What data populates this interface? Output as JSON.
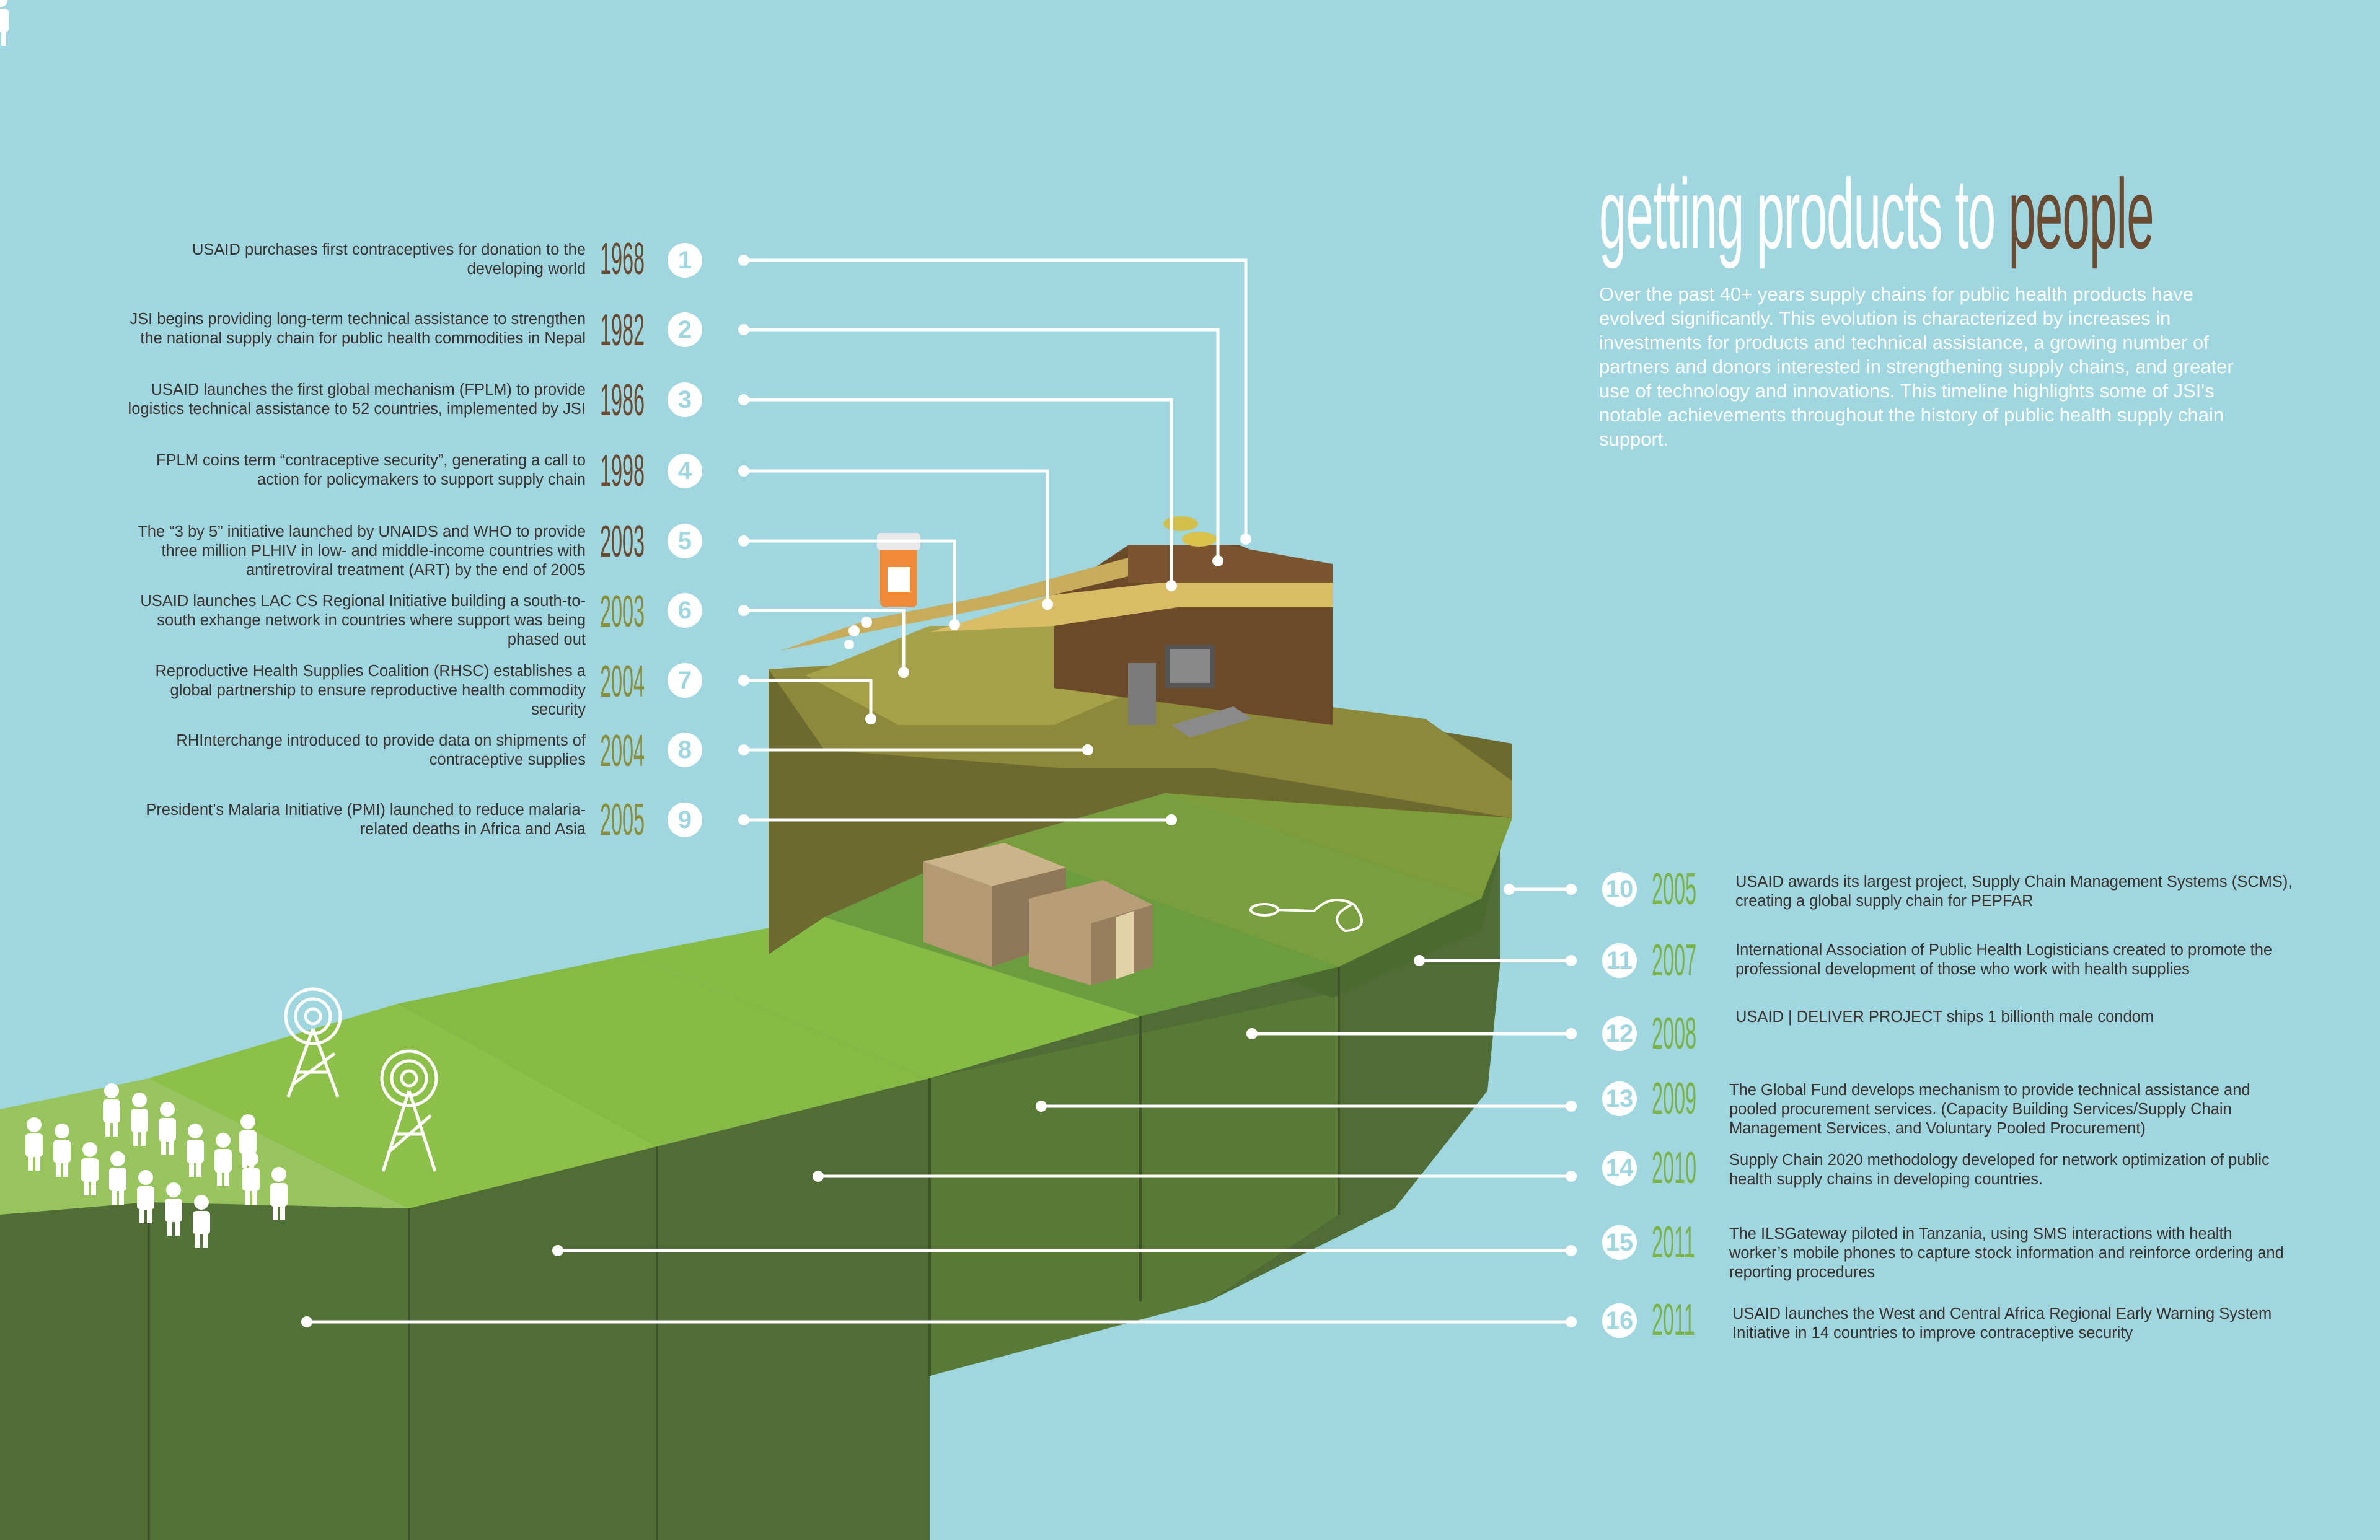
{
  "header": {
    "title_prefix": "getting products to",
    "title_accent": "people",
    "intro": "Over the past 40+ years supply chains for public health products have evolved significantly. This evolution is characterized by increases in investments for products and technical assistance, a growing number of partners and donors interested in strengthening supply chains, and greater use of technology and innovations. This timeline highlights some of JSI's notable achievements throughout the history of public health supply chain support."
  },
  "timeline_left": [
    {
      "num": "1",
      "year": "1968",
      "text": "USAID purchases first contraceptives for donation to the developing world"
    },
    {
      "num": "2",
      "year": "1982",
      "text": "JSI begins providing long-term technical assistance to strengthen the national supply chain for public health commodities in Nepal"
    },
    {
      "num": "3",
      "year": "1986",
      "text": "USAID launches the first global mechanism (FPLM) to provide logistics technical assistance to 52 countries, implemented by JSI"
    },
    {
      "num": "4",
      "year": "1998",
      "text": "FPLM coins term “contraceptive security”, generating a call to action for policymakers to support supply chain"
    },
    {
      "num": "5",
      "year": "2003",
      "text": "The “3 by 5” initiative launched by UNAIDS and WHO to provide three million PLHIV in low- and middle-income countries with antiretroviral treatment (ART) by the end of 2005"
    },
    {
      "num": "6",
      "year": "2003",
      "text": "USAID launches LAC CS Regional Initiative building a south-to-south exhange network in countries where support was being phased out"
    },
    {
      "num": "7",
      "year": "2004",
      "text": "Reproductive Health Supplies Coalition (RHSC) establishes a global partnership to ensure reproductive health commodity security"
    },
    {
      "num": "8",
      "year": "2004",
      "text": "RHInterchange introduced to provide data on shipments of contraceptive supplies"
    },
    {
      "num": "9",
      "year": "2005",
      "text": "President’s Malaria Initiative (PMI) launched to reduce malaria-related deaths in Africa and Asia"
    }
  ],
  "timeline_right": [
    {
      "num": "10",
      "year": "2005",
      "text": "USAID awards its largest project, Supply Chain Management Systems (SCMS), creating a global supply chain for PEPFAR"
    },
    {
      "num": "11",
      "year": "2007",
      "text": "International Association of Public Health Logisticians created to promote the professional development of those who work with health supplies"
    },
    {
      "num": "12",
      "year": "2008",
      "text": "USAID | DELIVER PROJECT ships 1 billionth male condom"
    },
    {
      "num": "13",
      "year": "2009",
      "text": "The Global Fund develops mechanism to provide technical assistance and pooled procurement services. (Capacity Building Services/Supply Chain Management Services, and Voluntary Pooled Procurement)"
    },
    {
      "num": "14",
      "year": "2010",
      "text": "Supply Chain 2020 methodology developed for network optimization of public health supply chains in developing countries."
    },
    {
      "num": "15",
      "year": "2011",
      "text": "The ILSGateway piloted in Tanzania, using SMS interactions with health worker’s mobile phones to capture  stock information and reinforce ordering and reporting procedures"
    },
    {
      "num": "16",
      "year": "2011",
      "text": "USAID launches the West and Central Africa Regional Early Warning System Initiative in 14 countries to improve contraceptive security"
    }
  ],
  "colors": {
    "background": "#9fd6df",
    "brown": "#6b4a32",
    "olive": "#8b8f3b",
    "green": "#7cb346",
    "text": "#3a3330"
  }
}
